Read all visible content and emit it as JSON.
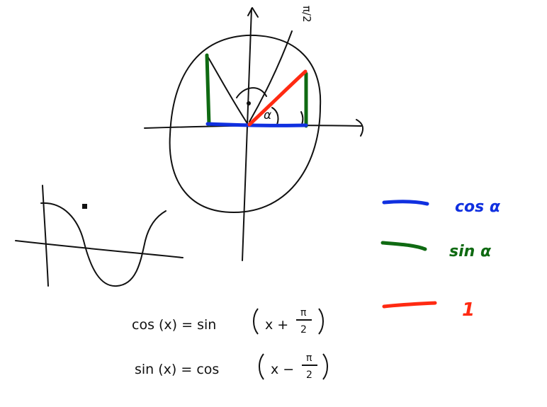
{
  "annotations": {
    "angle_top": "π/2",
    "angle_alpha": "α"
  },
  "legend": [
    {
      "label": "cos α",
      "color": "#1030e0"
    },
    {
      "label": "sin α",
      "color": "#0f6a12"
    },
    {
      "label": "1",
      "color": "#ff2a12"
    }
  ],
  "formulas": {
    "line1": {
      "lhs": "cos (x) = sin",
      "arg": "x +",
      "frac_num": "π",
      "frac_den": "2"
    },
    "line2": {
      "lhs": "sin (x) = cos",
      "arg": "x −",
      "frac_num": "π",
      "frac_den": "2"
    }
  }
}
